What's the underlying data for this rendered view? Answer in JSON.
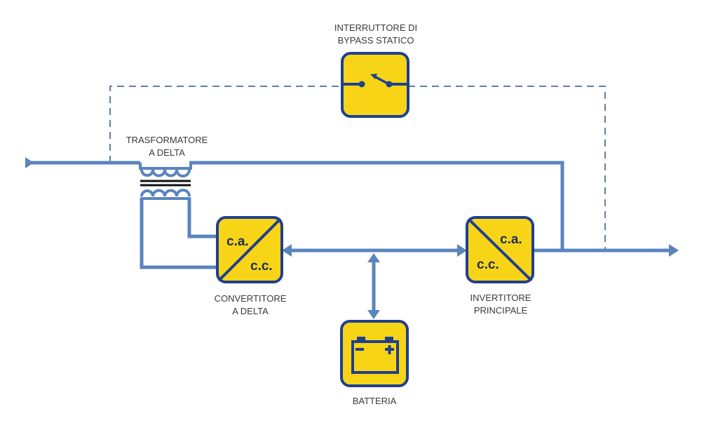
{
  "colors": {
    "line": "#5b84bd",
    "block_fill": "#f7d516",
    "block_border": "#1f3f8f",
    "dashed": "#5f7fa8",
    "core": "#111111",
    "text": "#3a3a3a"
  },
  "components": {
    "bypass_switch": {
      "label_line1": "INTERRUTTORE DI",
      "label_line2": "BYPASS STATICO"
    },
    "transformer": {
      "label_line1": "TRASFORMATORE",
      "label_line2": "A DELTA"
    },
    "delta_converter": {
      "label_line1": "CONVERTITORE",
      "label_line2": "A DELTA",
      "top_text": "c.a.",
      "bottom_text": "c.c."
    },
    "main_inverter": {
      "label_line1": "INVERTITORE",
      "label_line2": "PRINCIPALE",
      "top_text": "c.a.",
      "bottom_text": "c.c."
    },
    "battery": {
      "label": "BATTERIA"
    }
  }
}
